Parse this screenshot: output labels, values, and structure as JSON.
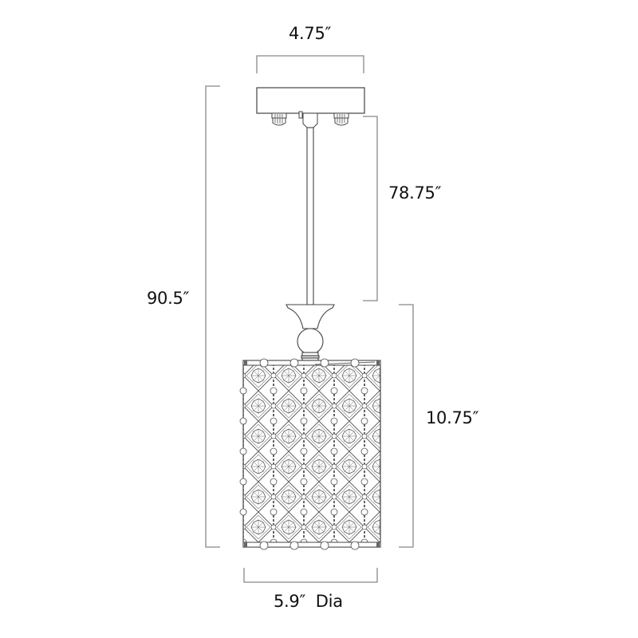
{
  "diagram": {
    "subject": "Crystal pendant light dimension drawing",
    "colors": {
      "line": "#444444",
      "dimension_line": "#888888",
      "text": "#111111",
      "background": "#ffffff"
    },
    "dimensions": {
      "canopy_width": {
        "label": "4.75″",
        "value": 4.75,
        "unit": "in"
      },
      "overall_height": {
        "label": "90.5″",
        "value": 90.5,
        "unit": "in"
      },
      "rod_length": {
        "label": "78.75″",
        "value": 78.75,
        "unit": "in"
      },
      "shade_height": {
        "label": "10.75″",
        "value": 10.75,
        "unit": "in"
      },
      "shade_diameter": {
        "label": "5.9″  Dia",
        "value": 5.9,
        "unit": "in"
      }
    },
    "components": [
      "canopy",
      "sockets",
      "rod",
      "vase-ornament",
      "ball-ornament",
      "crystal-cylinder-shade"
    ]
  }
}
